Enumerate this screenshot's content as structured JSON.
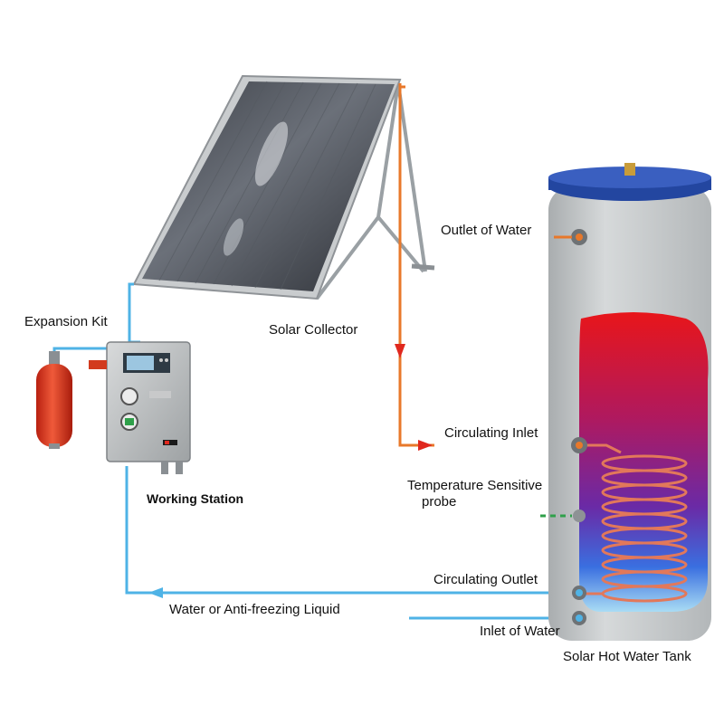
{
  "labels": {
    "outlet_of_water": "Outlet of Water",
    "solar_collector": "Solar Collector",
    "expansion_kit": "Expansion Kit",
    "circulating_inlet": "Circulating Inlet",
    "working_station": "Working Station",
    "temperature_probe_line1": "Temperature Sensitive",
    "temperature_probe_line2": "probe",
    "circulating_outlet": "Circulating Outlet",
    "water_or_antifreeze": "Water or Anti-freezing Liquid",
    "inlet_of_water": "Inlet of Water",
    "tank": "Solar Hot Water Tank"
  },
  "colors": {
    "hot_pipe": "#e8782a",
    "cold_pipe": "#4fb3e6",
    "arrow_red": "#e0281e",
    "tank_body": "#c9cdcf",
    "tank_lid": "#2346a0",
    "expansion_vessel": "#e03a20"
  }
}
